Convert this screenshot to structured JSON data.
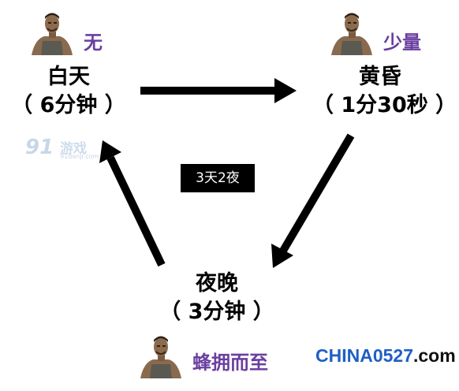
{
  "diagram": {
    "nodes": {
      "day": {
        "name": "白天",
        "duration": "（ 6分钟 ）",
        "level": "无"
      },
      "dusk": {
        "name": "黄昏",
        "duration": "（ 1分30秒 ）",
        "level": "少量"
      },
      "night": {
        "name": "夜晚",
        "duration": "（ 3分钟 ）",
        "level": "蜂拥而至"
      }
    },
    "center_label": "3天2夜",
    "edges": [
      {
        "from": "day",
        "to": "dusk"
      },
      {
        "from": "dusk",
        "to": "night"
      },
      {
        "from": "night",
        "to": "day"
      }
    ]
  },
  "watermarks": {
    "site_a_main": "91",
    "site_a_text": "游戏",
    "site_a_url": "91danji.com",
    "site_b_main": "CHINA0527",
    "site_b_suffix": ".com"
  },
  "colors": {
    "level_text": "#6a3fa0",
    "arrow": "#000000",
    "watermark_b": "#1f5fc4"
  },
  "icons": {
    "portrait": "muscular-man-portrait-icon"
  }
}
